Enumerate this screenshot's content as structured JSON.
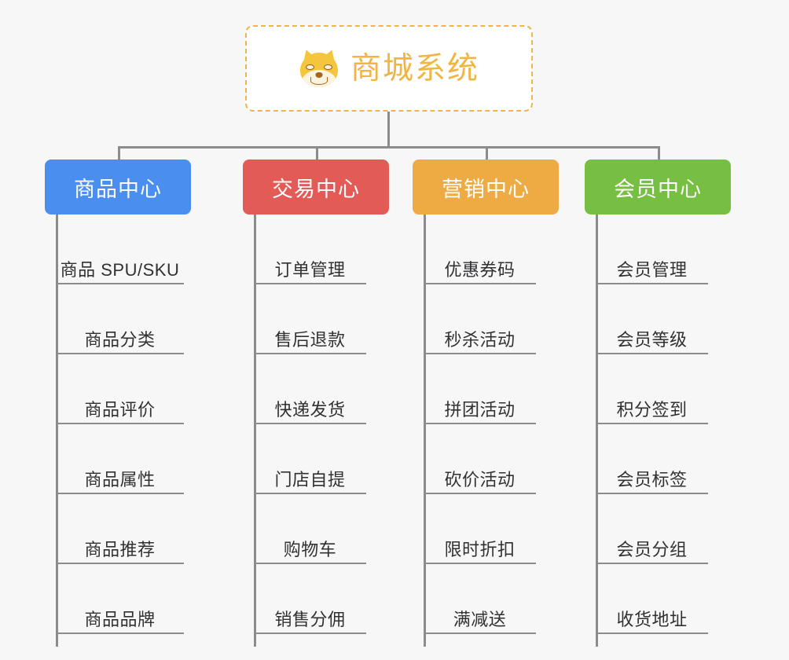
{
  "canvas": {
    "background_color": "#f7f7f7",
    "line_color": "#8c8c8c"
  },
  "root": {
    "title": "商城系统",
    "icon": "shiba-inu-dog-face",
    "title_color": "#f0b542",
    "border_color": "#efb451",
    "background_color": "#ffffff"
  },
  "branches": [
    {
      "id": "product-center",
      "label": "商品中心",
      "color": "#4a8ef0",
      "items": [
        {
          "label": "商品 SPU/SKU"
        },
        {
          "label": "商品分类"
        },
        {
          "label": "商品评价"
        },
        {
          "label": "商品属性"
        },
        {
          "label": "商品推荐"
        },
        {
          "label": "商品品牌"
        }
      ]
    },
    {
      "id": "trade-center",
      "label": "交易中心",
      "color": "#e35b57",
      "items": [
        {
          "label": "订单管理"
        },
        {
          "label": "售后退款"
        },
        {
          "label": "快递发货"
        },
        {
          "label": "门店自提"
        },
        {
          "label": "购物车"
        },
        {
          "label": "销售分佣"
        }
      ]
    },
    {
      "id": "marketing-center",
      "label": "营销中心",
      "color": "#eeab43",
      "items": [
        {
          "label": "优惠券码"
        },
        {
          "label": "秒杀活动"
        },
        {
          "label": "拼团活动"
        },
        {
          "label": "砍价活动"
        },
        {
          "label": "限时折扣"
        },
        {
          "label": "满减送"
        }
      ]
    },
    {
      "id": "member-center",
      "label": "会员中心",
      "color": "#76bf42",
      "items": [
        {
          "label": "会员管理"
        },
        {
          "label": "会员等级"
        },
        {
          "label": "积分签到"
        },
        {
          "label": "会员标签"
        },
        {
          "label": "会员分组"
        },
        {
          "label": "收货地址"
        }
      ]
    }
  ]
}
